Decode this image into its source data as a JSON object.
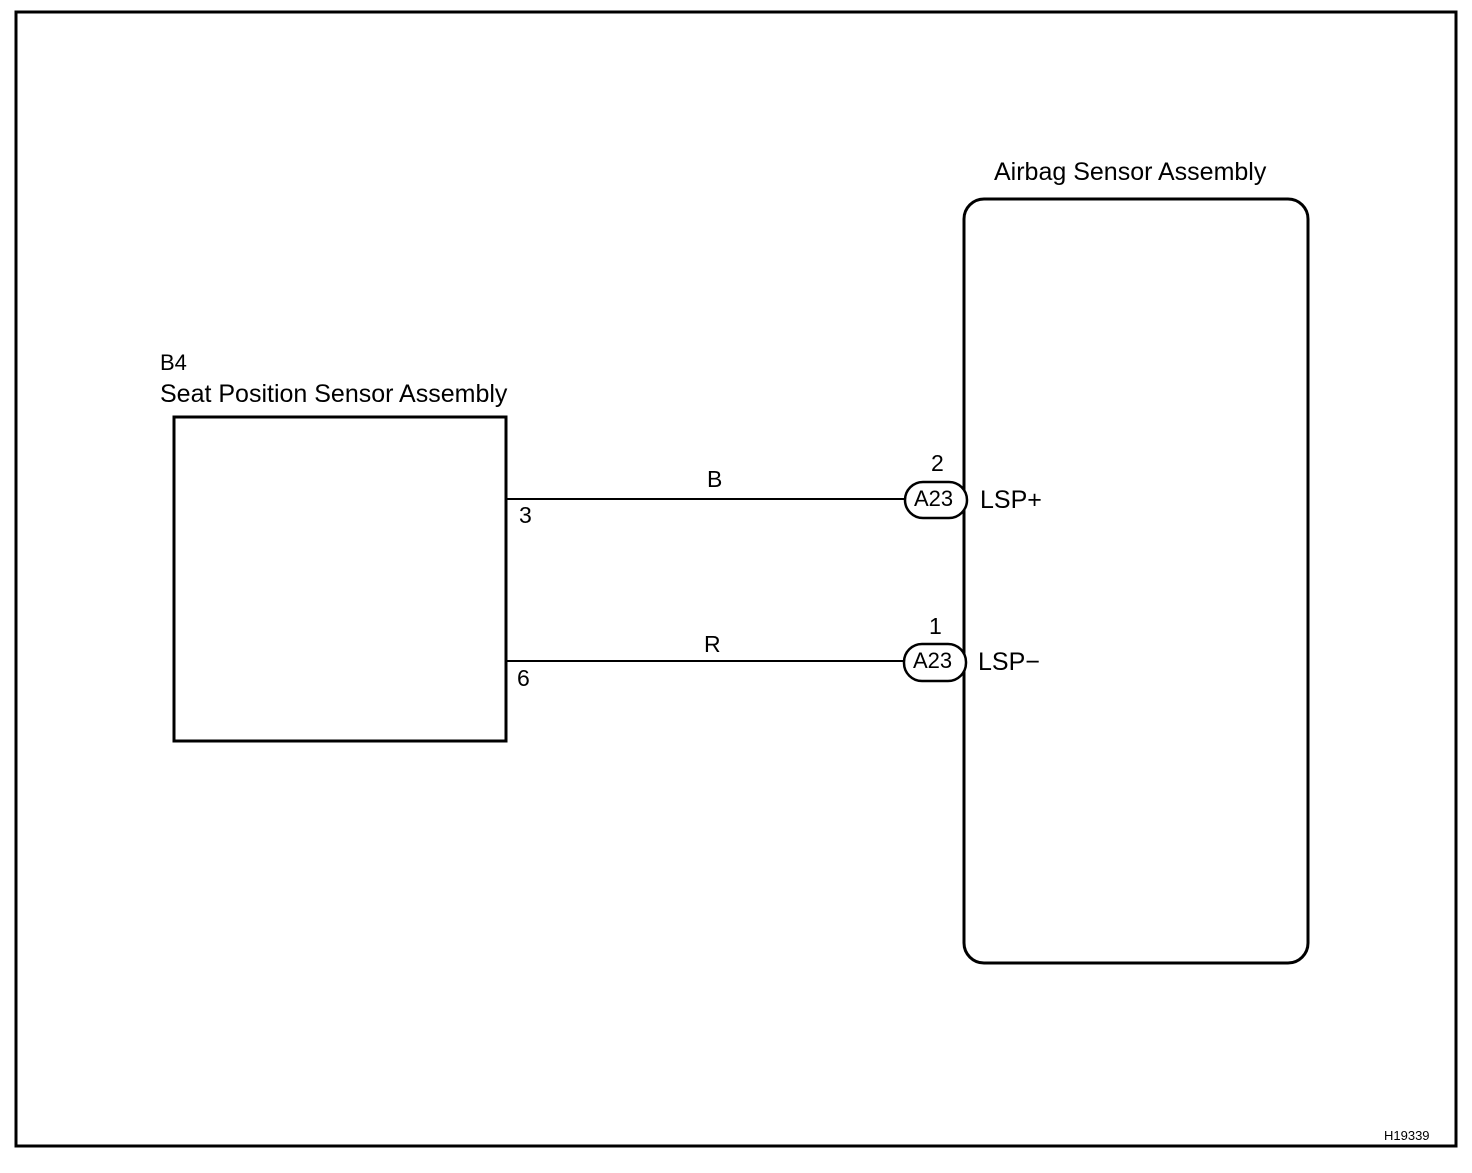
{
  "components": {
    "seat_sensor": {
      "code": "B4",
      "name": "Seat Position Sensor Assembly"
    },
    "airbag_sensor": {
      "name": "Airbag Sensor Assembly"
    }
  },
  "wires": [
    {
      "color_code": "B",
      "source_pin": "3",
      "connector": "A23",
      "dest_pin": "2",
      "signal": "LSP+"
    },
    {
      "color_code": "R",
      "source_pin": "6",
      "connector": "A23",
      "dest_pin": "1",
      "signal": "LSP−"
    }
  ],
  "figure_id": "H19339"
}
